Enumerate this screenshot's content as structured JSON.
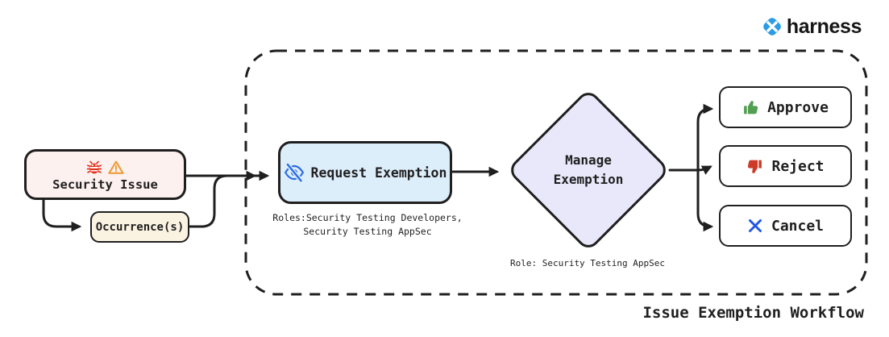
{
  "brand": {
    "name": "harness"
  },
  "diagram": {
    "title": "Issue Exemption Workflow",
    "nodes": {
      "security_issue": {
        "label": "Security Issue",
        "icons": [
          "bug-icon",
          "warning-icon"
        ]
      },
      "occurrences": {
        "label": "Occurrence(s)"
      },
      "request_exemption": {
        "label": "Request Exemption",
        "icon": "eye-slash-icon",
        "roles_note": "Roles:Security Testing Developers,\nSecurity Testing AppSec"
      },
      "manage_exemption": {
        "label": "Manage\nExemption",
        "role_note": "Role: Security Testing AppSec"
      },
      "approve": {
        "label": "Approve",
        "icon": "thumbs-up-icon"
      },
      "reject": {
        "label": "Reject",
        "icon": "thumbs-down-icon"
      },
      "cancel": {
        "label": "Cancel",
        "icon": "x-icon"
      }
    },
    "colors": {
      "outline": "#1f1f1f",
      "security_issue_bg": "#fdf1ef",
      "occurrences_bg": "#fbf3e2",
      "request_exemption_bg": "#ddeefb",
      "manage_exemption_bg": "#e9e8fa",
      "action_bg": "#ffffff",
      "approve_green": "#529e52",
      "reject_red": "#cc3b28",
      "cancel_blue": "#2257e6",
      "eye_blue": "#2b6be4",
      "bug_red": "#e03421",
      "warning_orange": "#ee9d3d",
      "brand_blue": "#2b9ce4"
    }
  }
}
